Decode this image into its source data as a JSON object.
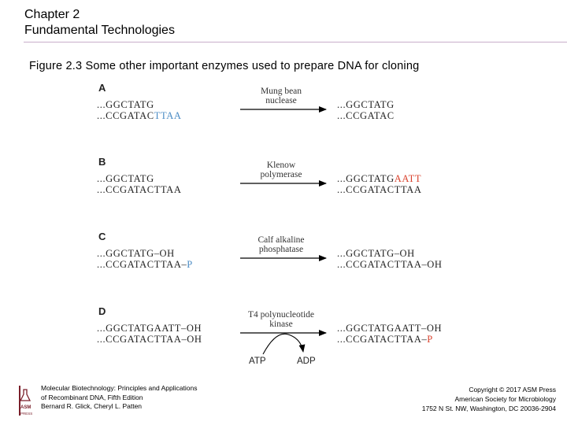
{
  "header": {
    "chapter": "Chapter 2",
    "title": "Fundamental Technologies"
  },
  "caption": "Figure 2.3  Some other important enzymes used to prepare DNA for cloning",
  "colors": {
    "blue": "#4a8bc4",
    "red": "#d9402b",
    "rule": "#c9aeca"
  },
  "panels": [
    {
      "letter": "A",
      "enzyme": [
        "Mung bean",
        "nuclease"
      ],
      "left_top": [
        {
          "t": "...GGCTATG"
        }
      ],
      "left_bottom": [
        {
          "t": "...CCGATAC"
        },
        {
          "t": "TTAA",
          "c": "blue"
        }
      ],
      "right_top": [
        {
          "t": "...GGCTATG"
        }
      ],
      "right_bottom": [
        {
          "t": "...CCGATAC"
        }
      ]
    },
    {
      "letter": "B",
      "enzyme": [
        "Klenow",
        "polymerase"
      ],
      "left_top": [
        {
          "t": "...GGCTATG"
        }
      ],
      "left_bottom": [
        {
          "t": "...CCGATACTTAA"
        }
      ],
      "right_top": [
        {
          "t": "...GGCTATG"
        },
        {
          "t": "AATT",
          "c": "red"
        }
      ],
      "right_bottom": [
        {
          "t": "...CCGATACTTAA"
        }
      ]
    },
    {
      "letter": "C",
      "enzyme": [
        "Calf alkaline",
        "phosphatase"
      ],
      "left_top": [
        {
          "t": "...GGCTATG–OH"
        }
      ],
      "left_bottom": [
        {
          "t": "...CCGATACTTAA–"
        },
        {
          "t": "P",
          "c": "blue"
        }
      ],
      "right_top": [
        {
          "t": "...GGCTATG–OH"
        }
      ],
      "right_bottom": [
        {
          "t": "...CCGATACTTAA–OH"
        }
      ]
    },
    {
      "letter": "D",
      "enzyme": [
        "T4 polynucleotide",
        "kinase"
      ],
      "left_top": [
        {
          "t": "...GGCTATGAATT–OH"
        }
      ],
      "left_bottom": [
        {
          "t": "...CCGATACTTAA–OH"
        }
      ],
      "right_top": [
        {
          "t": "...GGCTATGAATT–OH"
        }
      ],
      "right_bottom": [
        {
          "t": "...CCGATACTTAA–"
        },
        {
          "t": "P",
          "c": "red"
        }
      ],
      "cofactor_in": "ATP",
      "cofactor_out": "ADP"
    }
  ],
  "footer": {
    "book_lines": [
      "Molecular Biotechnology: Principles and Applications",
      "of Recombinant DNA, Fifth Edition",
      "Bernard R. Glick, Cheryl L. Patten"
    ],
    "copyright_lines": [
      "Copyright © 2017 ASM Press",
      "American Society for Microbiology",
      "1752 N St. NW, Washington, DC 20036-2904"
    ],
    "logo_text": "ASM",
    "logo_subtext": "PRESS"
  }
}
